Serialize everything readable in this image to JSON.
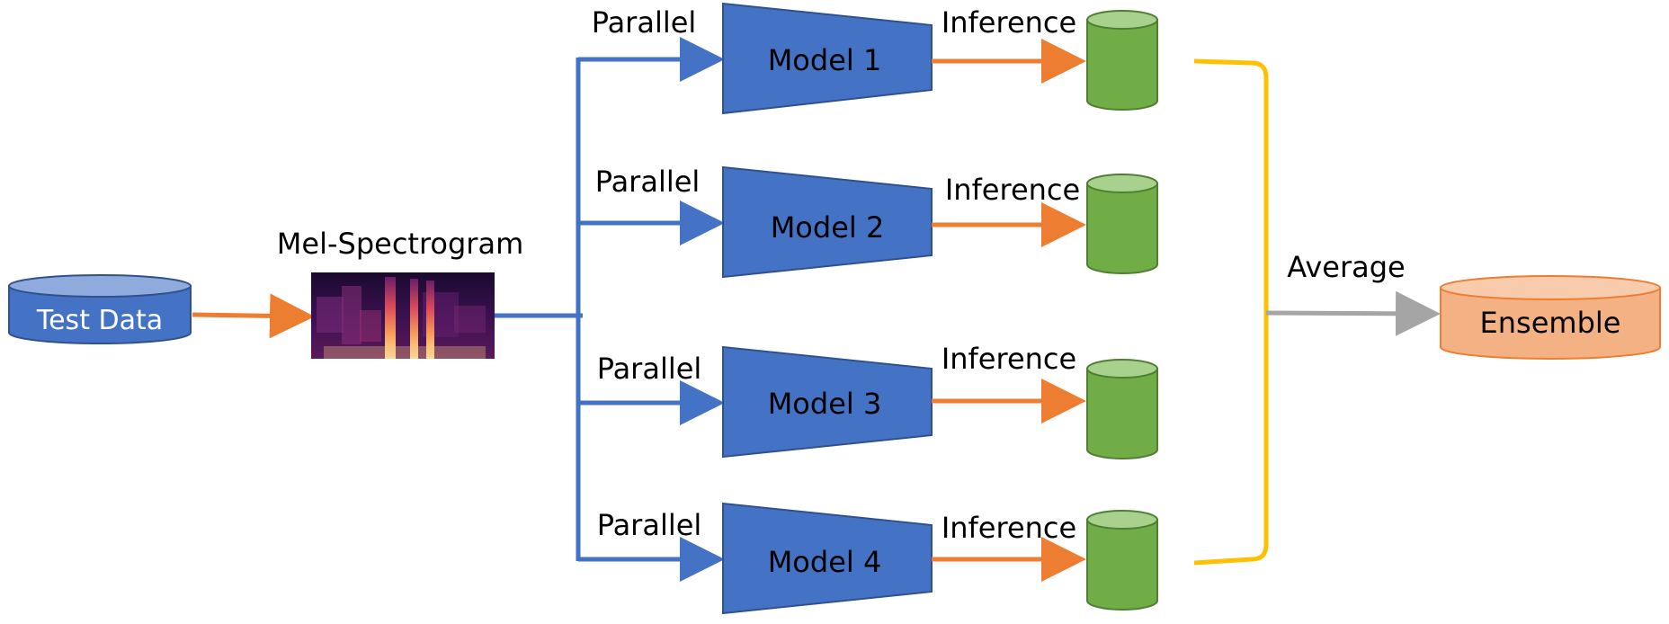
{
  "diagram": {
    "source_label": "Test Data",
    "spectrogram_label": "Mel-Spectrogram",
    "branches": [
      {
        "parallel_label": "Parallel",
        "model_label": "Model 1",
        "inference_label": "Inference"
      },
      {
        "parallel_label": "Parallel",
        "model_label": "Model 2",
        "inference_label": "Inference"
      },
      {
        "parallel_label": "Parallel",
        "model_label": "Model 3",
        "inference_label": "Inference"
      },
      {
        "parallel_label": "Parallel",
        "model_label": "Model 4",
        "inference_label": "Inference"
      }
    ],
    "average_label": "Average",
    "output_label": "Ensemble"
  },
  "colors": {
    "blue": "#4472C4",
    "blue_dark": "#2F528F",
    "orange": "#ED7D31",
    "green": "#70AD47",
    "green_light": "#A9D18E",
    "yellow": "#FFC000",
    "gray": "#A5A5A5",
    "salmon": "#F4B183"
  }
}
